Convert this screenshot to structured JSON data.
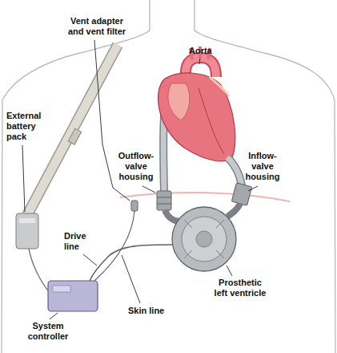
{
  "diagram": {
    "labels": [
      "Vent adapter and vent filter",
      "Aorta",
      "External battery pack",
      "Outflow-valve housing",
      "Inflow-valve housing",
      "Drive line",
      "Skin line",
      "Prosthetic left ventricle",
      "System controller"
    ]
  }
}
